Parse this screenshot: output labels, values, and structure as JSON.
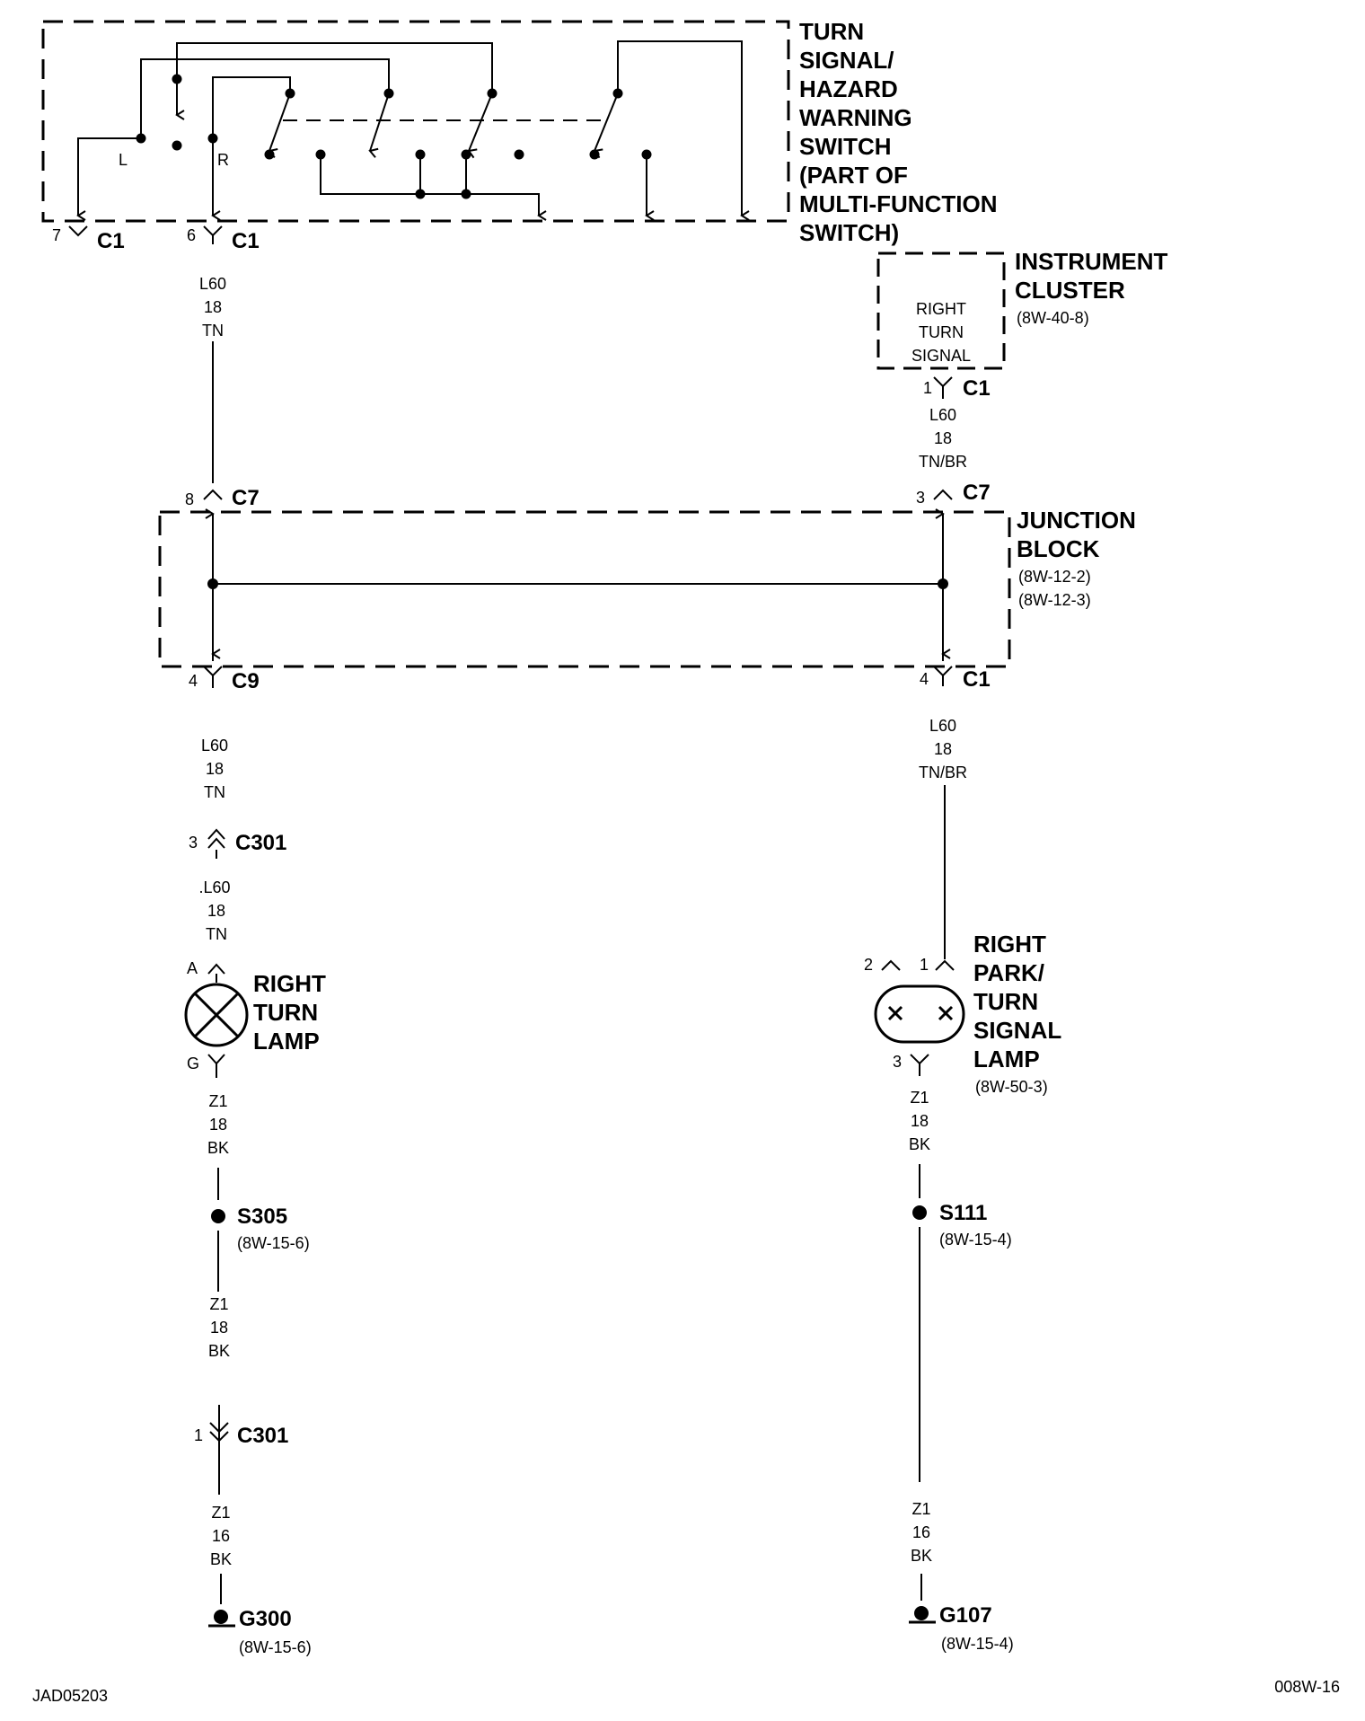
{
  "components": {
    "switch": {
      "lines": [
        "TURN",
        "SIGNAL/",
        "HAZARD",
        "WARNING",
        "SWITCH",
        "(PART OF",
        "MULTI-FUNCTION",
        "SWITCH)"
      ],
      "pos_left": "L",
      "pos_right": "R"
    },
    "cluster": {
      "title_lines": [
        "INSTRUMENT",
        "CLUSTER"
      ],
      "ref": "(8W-40-8)",
      "inner_lines": [
        "RIGHT",
        "TURN",
        "SIGNAL"
      ]
    },
    "junction": {
      "title_lines": [
        "JUNCTION",
        "BLOCK"
      ],
      "refs": [
        "(8W-12-2)",
        "(8W-12-3)"
      ]
    },
    "right_turn_lamp": {
      "lines": [
        "RIGHT",
        "TURN",
        "LAMP"
      ]
    },
    "park_turn_lamp": {
      "lines": [
        "RIGHT",
        "PARK/",
        "TURN",
        "SIGNAL",
        "LAMP"
      ],
      "ref": "(8W-50-3)"
    }
  },
  "connectors": {
    "sw_c1_pin7": {
      "pin": "7",
      "name": "C1"
    },
    "sw_c1_pin6": {
      "pin": "6",
      "name": "C1"
    },
    "ic_c1": {
      "pin": "1",
      "name": "C1"
    },
    "jb_c7_left": {
      "pin": "8",
      "name": "C7"
    },
    "jb_c7_right": {
      "pin": "3",
      "name": "C7"
    },
    "jb_c9": {
      "pin": "4",
      "name": "C9"
    },
    "jb_c1": {
      "pin": "4",
      "name": "C1"
    },
    "c301_top": {
      "pin": "3",
      "name": "C301"
    },
    "c301_bottom": {
      "pin": "1",
      "name": "C301"
    },
    "lamp_a": {
      "pin": "A"
    },
    "lamp_g": {
      "pin": "G"
    },
    "park_pin2": {
      "pin": "2"
    },
    "park_pin1": {
      "pin": "1"
    },
    "park_pin3": {
      "pin": "3"
    }
  },
  "wires": {
    "w1": [
      "L60",
      "18",
      "TN"
    ],
    "w2": [
      "L60",
      "18",
      "TN/BR"
    ],
    "w3": [
      "L60",
      "18",
      "TN"
    ],
    "w4": [
      "L60",
      "18",
      "TN/BR"
    ],
    "w5": [
      ".L60",
      "18",
      "TN"
    ],
    "w6": [
      "Z1",
      "18",
      "BK"
    ],
    "w7": [
      "Z1",
      "18",
      "BK"
    ],
    "w8": [
      "Z1",
      "18",
      "BK"
    ],
    "w9": [
      "Z1",
      "16",
      "BK"
    ],
    "w10": [
      "Z1",
      "16",
      "BK"
    ]
  },
  "splices": {
    "s305": {
      "name": "S305",
      "ref": "(8W-15-6)"
    },
    "s111": {
      "name": "S111",
      "ref": "(8W-15-4)"
    }
  },
  "grounds": {
    "g300": {
      "name": "G300",
      "ref": "(8W-15-6)"
    },
    "g107": {
      "name": "G107",
      "ref": "(8W-15-4)"
    }
  },
  "footer": {
    "left": "JAD05203",
    "right": "008W-16"
  }
}
